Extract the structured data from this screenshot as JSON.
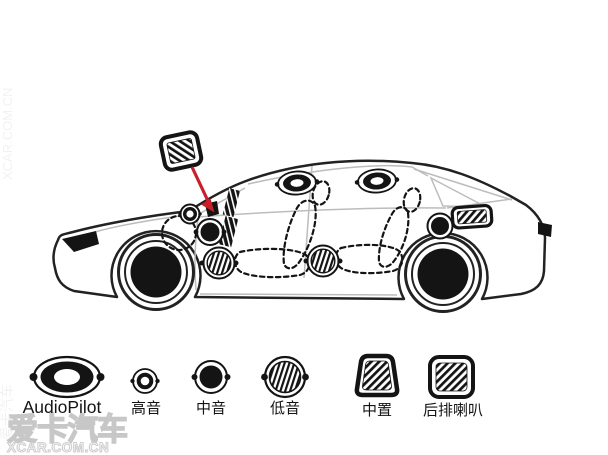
{
  "colors": {
    "ink": "#1b1b1b",
    "glass_line": "#bcbcbc",
    "arrow_red": "#c8202a",
    "watermark_stroke": "#c7c7c7"
  },
  "watermark": {
    "brand": "爱卡汽车",
    "site": "XCAR.COM.CN"
  },
  "legend": {
    "items": [
      {
        "id": "audiopilot",
        "label": "AudioPilot",
        "icon": "audiopilot-oval-speaker-icon"
      },
      {
        "id": "tweeter",
        "label": "高音",
        "icon": "tweeter-icon"
      },
      {
        "id": "midrange",
        "label": "中音",
        "icon": "midrange-speaker-icon"
      },
      {
        "id": "woofer",
        "label": "低音",
        "icon": "woofer-icon"
      },
      {
        "id": "center",
        "label": "中置",
        "icon": "center-speaker-icon"
      },
      {
        "id": "rear",
        "label": "后排喇叭",
        "icon": "rear-speaker-icon"
      }
    ]
  },
  "diagram": {
    "vehicle": "sedan-side-view-line-art",
    "annotations": [
      {
        "type": "callout-arrow",
        "from": "center-speaker-callout",
        "to": "dashboard-center-speaker",
        "color": "#c8202a"
      }
    ],
    "speaker_placements": [
      {
        "type": "中置",
        "location": "dashboard-top-center"
      },
      {
        "type": "高音",
        "location": "dashboard-corner"
      },
      {
        "type": "中音",
        "location": "front-door-upper"
      },
      {
        "type": "低音",
        "location": "front-door-lower"
      },
      {
        "type": "AudioPilot",
        "location": "roof-front"
      },
      {
        "type": "AudioPilot",
        "location": "roof-rear"
      },
      {
        "type": "低音",
        "location": "rear-door-lower"
      },
      {
        "type": "中音",
        "location": "rear-quarter-panel"
      },
      {
        "type": "后排喇叭",
        "location": "rear-parcel-shelf"
      }
    ]
  }
}
